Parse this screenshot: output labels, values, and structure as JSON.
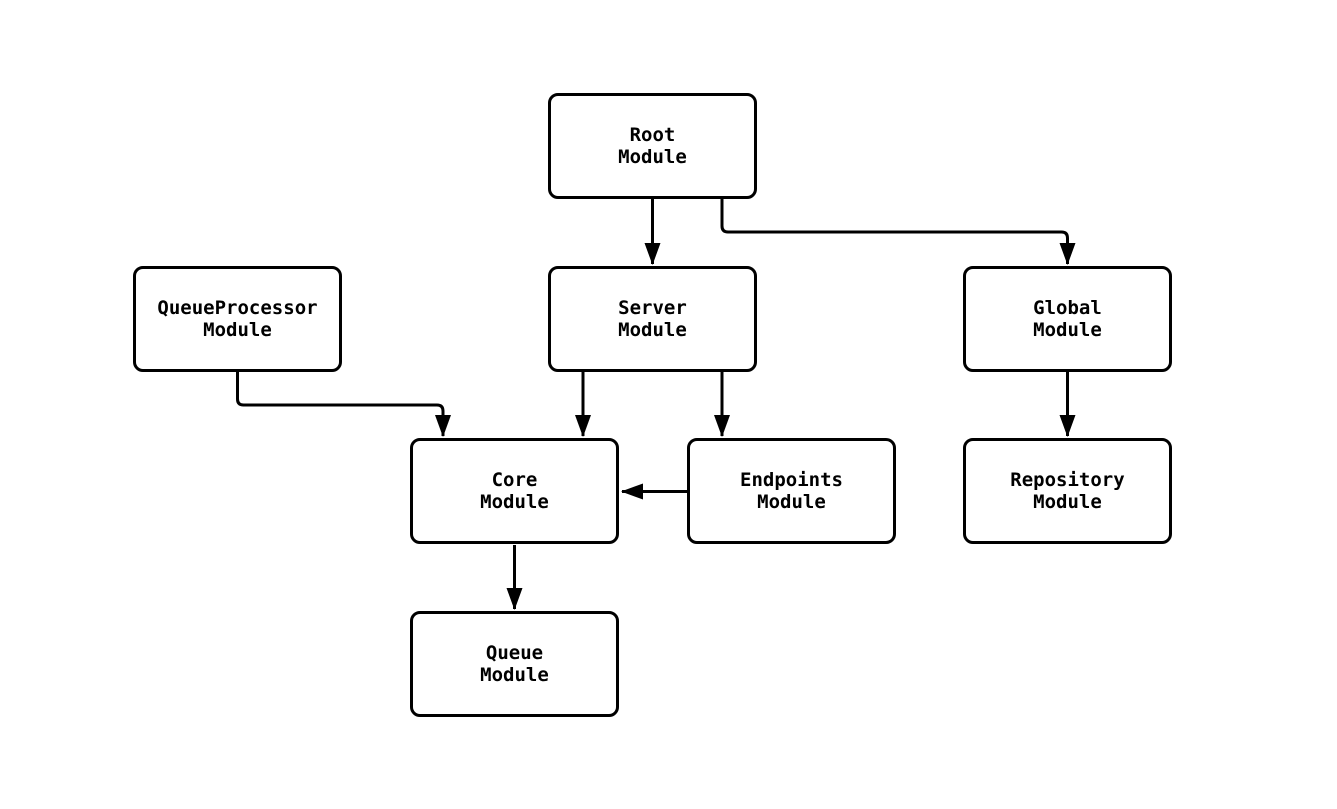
{
  "diagram": {
    "kind": "module-dependency-flowchart",
    "background_color": "#ffffff",
    "stroke_color": "#000000",
    "node_fill_color": "#ffffff",
    "text_color": "#000000",
    "nodes": [
      {
        "id": "root",
        "label": "Root\nModule"
      },
      {
        "id": "queueprocessor",
        "label": "QueueProcessor\nModule"
      },
      {
        "id": "server",
        "label": "Server\nModule"
      },
      {
        "id": "global",
        "label": "Global\nModule"
      },
      {
        "id": "core",
        "label": "Core\nModule"
      },
      {
        "id": "endpoints",
        "label": "Endpoints\nModule"
      },
      {
        "id": "repository",
        "label": "Repository\nModule"
      },
      {
        "id": "queue",
        "label": "Queue\nModule"
      }
    ],
    "edges": [
      {
        "from": "root",
        "to": "server"
      },
      {
        "from": "root",
        "to": "global"
      },
      {
        "from": "queueprocessor",
        "to": "core"
      },
      {
        "from": "server",
        "to": "core"
      },
      {
        "from": "server",
        "to": "endpoints"
      },
      {
        "from": "global",
        "to": "repository"
      },
      {
        "from": "endpoints",
        "to": "core"
      },
      {
        "from": "core",
        "to": "queue"
      }
    ]
  }
}
